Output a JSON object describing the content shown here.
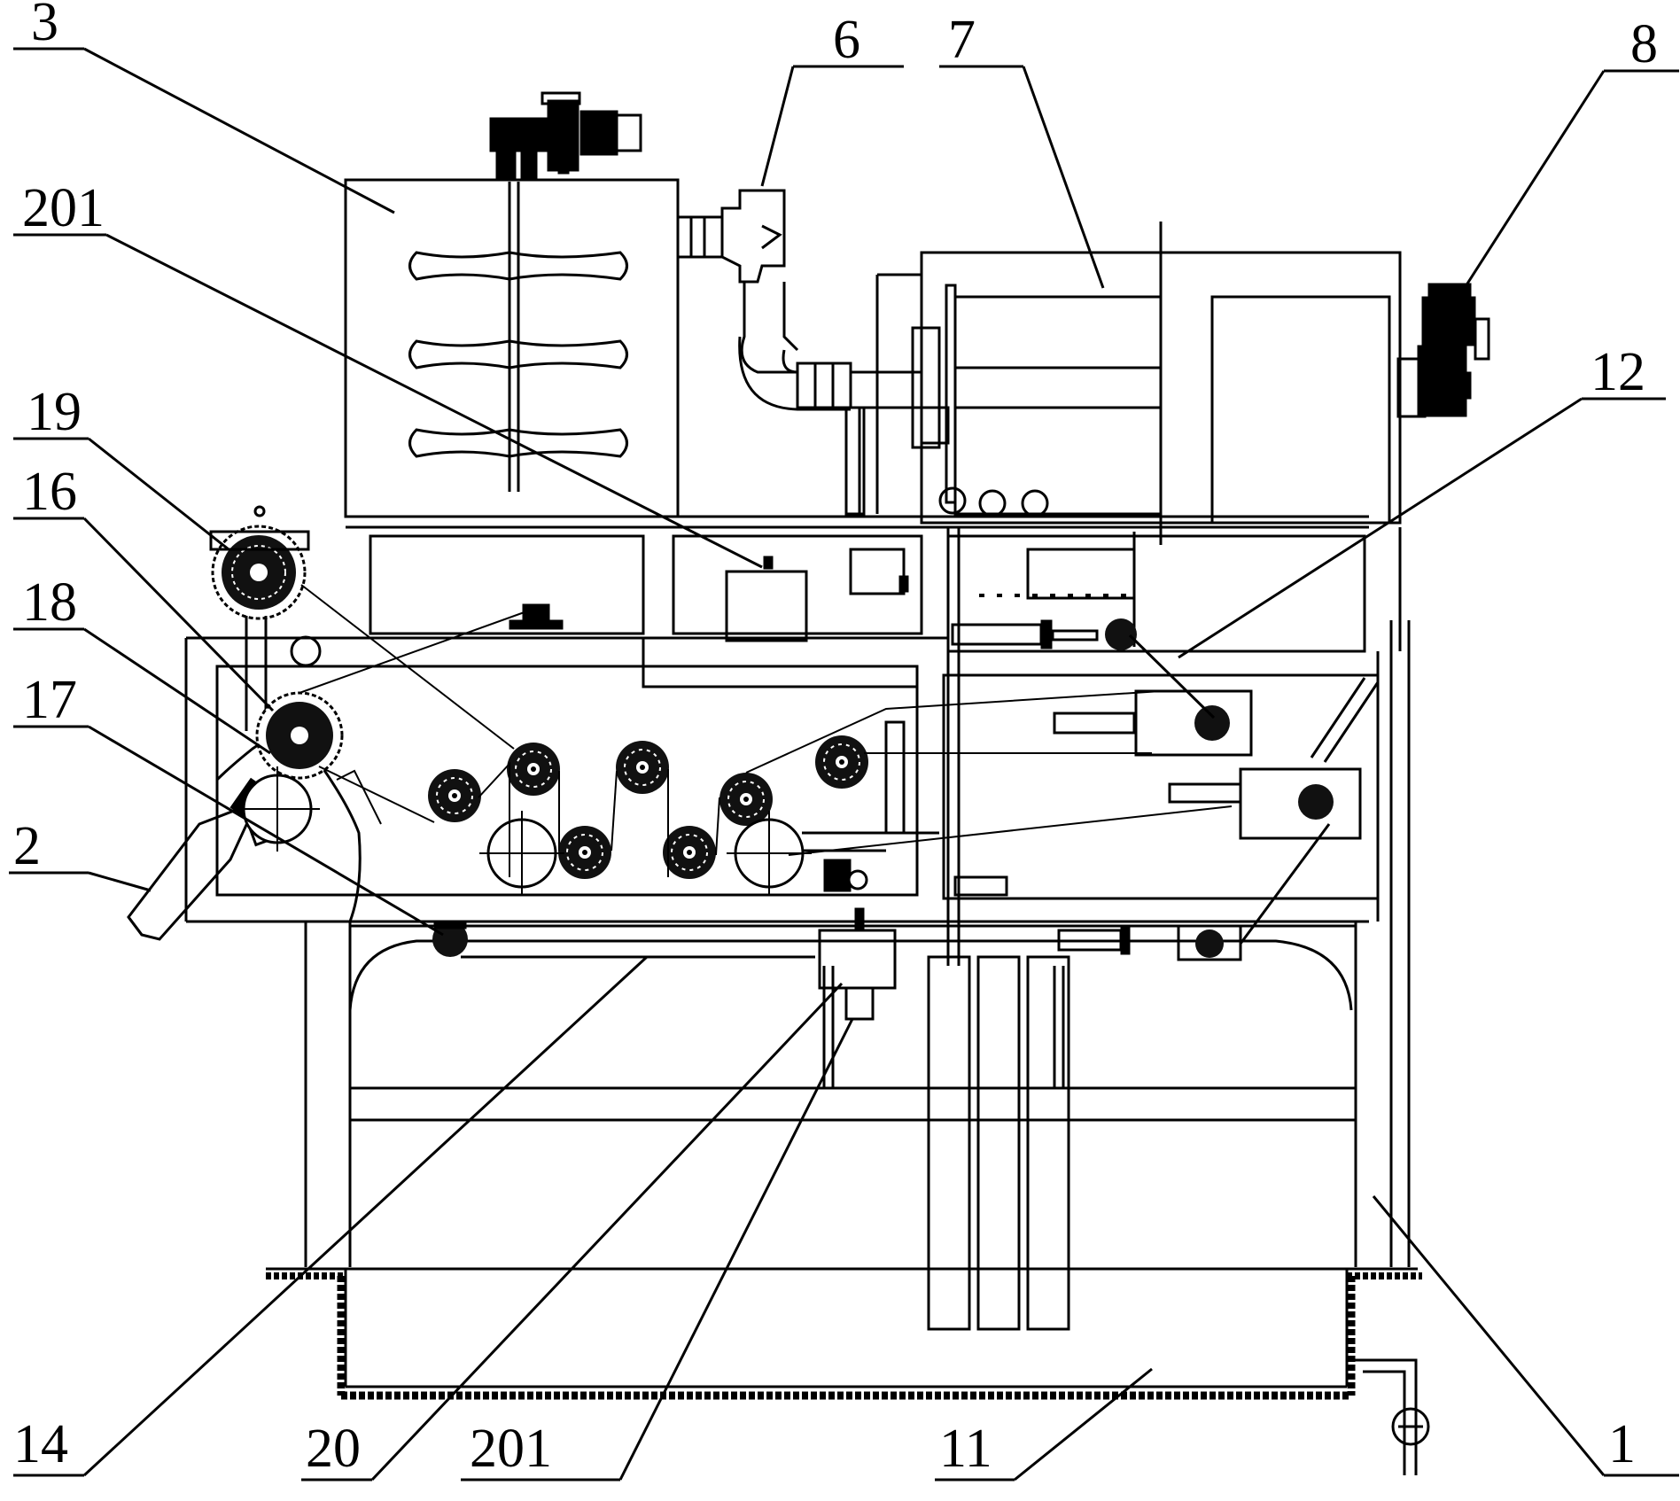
{
  "callouts": [
    "3",
    "6",
    "7",
    "8",
    "201",
    "12",
    "19",
    "16",
    "18",
    "17",
    "2",
    "14",
    "20",
    "201",
    "11",
    "1"
  ],
  "colors": {
    "line": "#000000",
    "background": "#ffffff"
  }
}
